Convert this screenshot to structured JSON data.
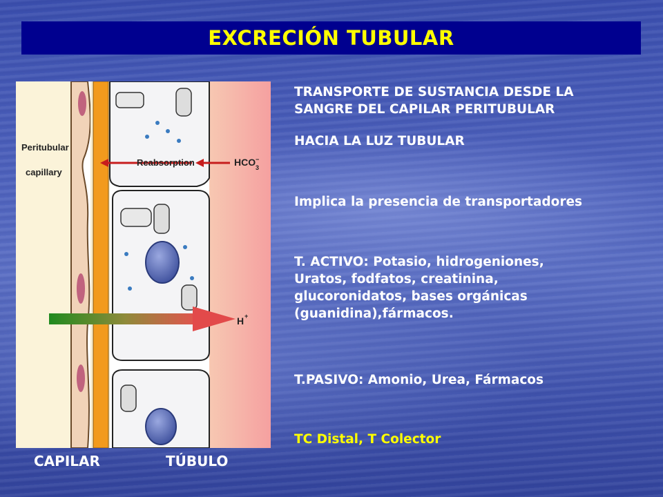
{
  "slide": {
    "title": "EXCRECIÓN TUBULAR",
    "labels": {
      "capilar": "CAPILAR",
      "tubulo": "TÚBULO"
    },
    "figure": {
      "peritubular_label_1": "Peritubular",
      "peritubular_label_2": "capillary",
      "reabsorption_label": "Reabsorption",
      "hco3_label": "HCO",
      "hco3_sup": "−",
      "hco3_sub": "3",
      "h_label": "H",
      "h_sup": "+"
    },
    "paragraphs": {
      "p1_line1": "TRANSPORTE DE SUSTANCIA DESDE LA",
      "p1_line2": "SANGRE DEL CAPILAR PERITUBULAR",
      "p2": "HACIA LA LUZ TUBULAR",
      "p3": "Implica la presencia de transportadores",
      "p4_line1": "T. ACTIVO: Potasio, hidrogeniones,",
      "p4_line2": "Uratos, fodfatos, creatinina,",
      "p4_line3": "glucoronidatos, bases orgánicas",
      "p4_line4": "(guanidina),fármacos.",
      "p5": "T.PASIVO: Amonio, Urea, Fármacos",
      "p6": "TC Distal, T Colector"
    },
    "colors": {
      "title_bg": "#00008f",
      "title_text": "#ffff00",
      "highlight_text": "#ffff00",
      "body_text": "#ffffff"
    }
  }
}
